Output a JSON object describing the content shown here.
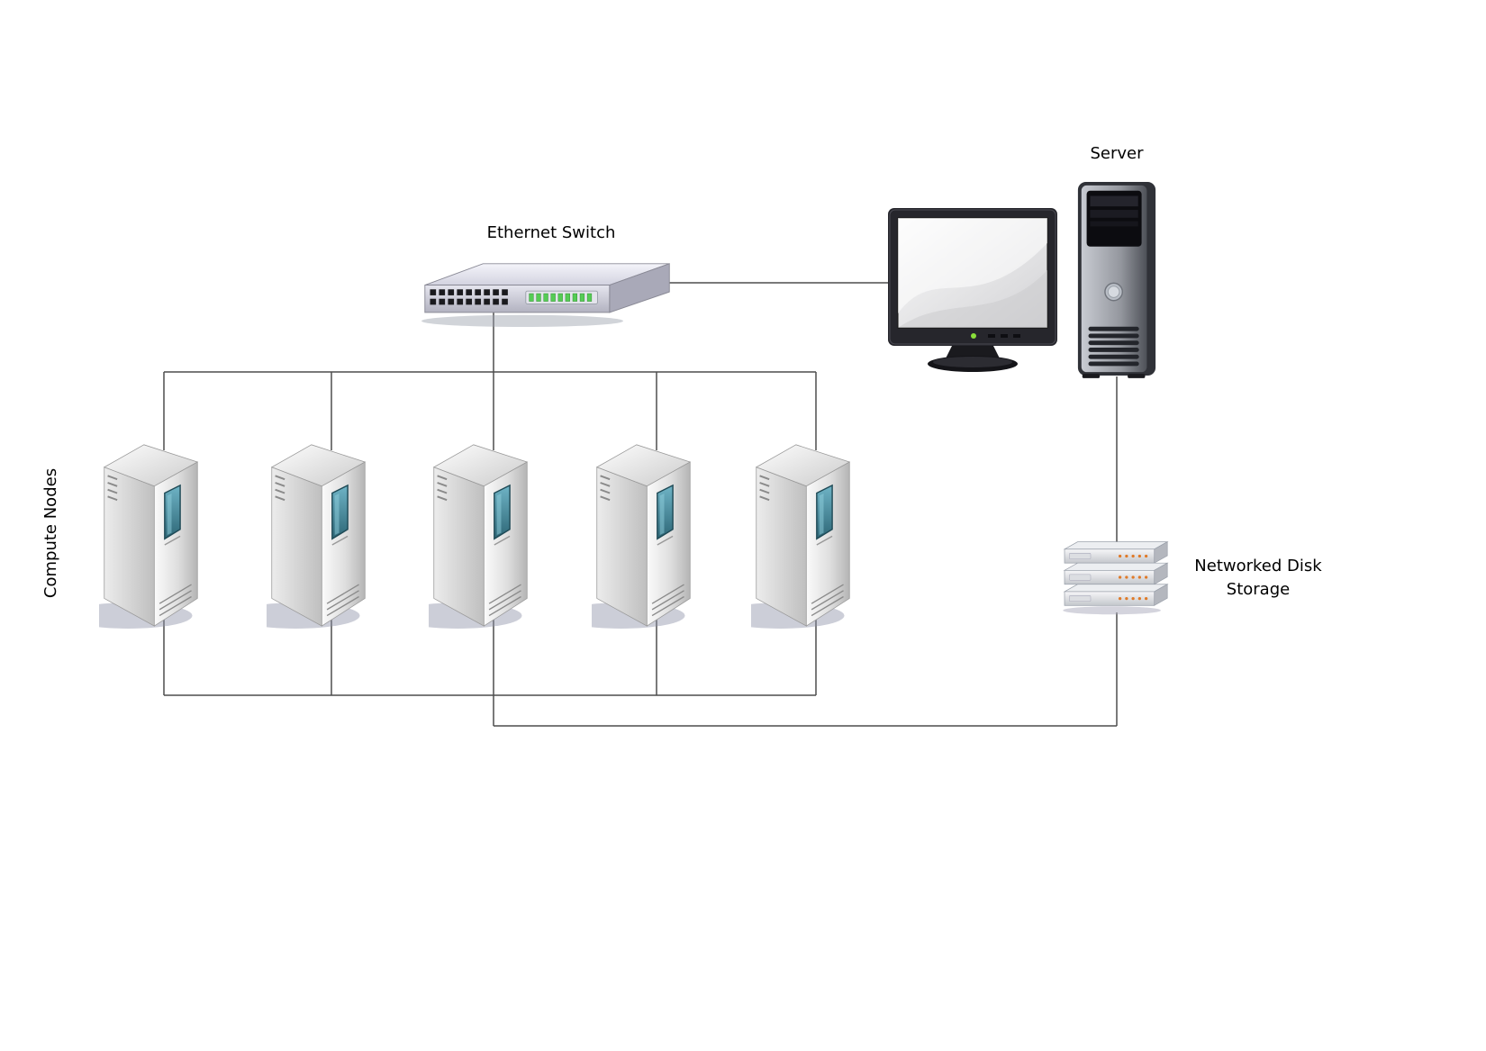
{
  "diagram": {
    "type": "network-topology",
    "labels": {
      "ethernet_switch": "Ethernet Switch",
      "server": "Server",
      "compute_nodes": "Compute Nodes",
      "networked_disk_storage": "Networked Disk Storage"
    },
    "devices": [
      {
        "id": "ethernet-switch",
        "label": "Ethernet Switch",
        "kind": "switch"
      },
      {
        "id": "server",
        "label": "Server",
        "kind": "workstation-with-monitor"
      },
      {
        "id": "compute-nodes",
        "label": "Compute Nodes",
        "kind": "tower-group",
        "count": 5
      },
      {
        "id": "networked-disk-storage",
        "label": "Networked Disk Storage",
        "kind": "rack-storage",
        "units": 3
      }
    ],
    "edges": [
      {
        "from": "ethernet-switch",
        "to": "server"
      },
      {
        "from": "ethernet-switch",
        "to": "compute-nodes"
      },
      {
        "from": "compute-nodes",
        "to": "networked-disk-storage"
      },
      {
        "from": "server",
        "to": "networked-disk-storage"
      }
    ],
    "colors": {
      "wire": "#4d4d4d",
      "switch_led_green": "#55cc55",
      "storage_led_orange": "#e07a28",
      "node_panel_teal": "#4d93a6"
    }
  }
}
